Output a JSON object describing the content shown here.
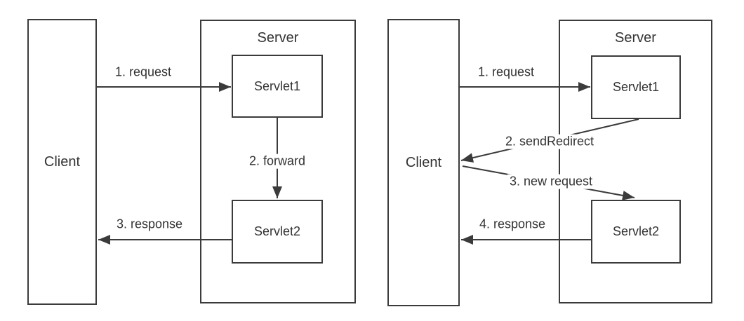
{
  "colors": {
    "line": "#3b3b3b",
    "text": "#333333",
    "background": "#ffffff"
  },
  "left_diagram": {
    "client": "Client",
    "server_title": "Server",
    "servlet1": "Servlet1",
    "servlet2": "Servlet2",
    "steps": {
      "request": "1. request",
      "forward": "2. forward",
      "response": "3. response"
    }
  },
  "right_diagram": {
    "client": "Client",
    "server_title": "Server",
    "servlet1": "Servlet1",
    "servlet2": "Servlet2",
    "steps": {
      "request": "1. request",
      "send_redirect": "2. sendRedirect",
      "new_request": "3. new request",
      "response": "4. response"
    }
  }
}
